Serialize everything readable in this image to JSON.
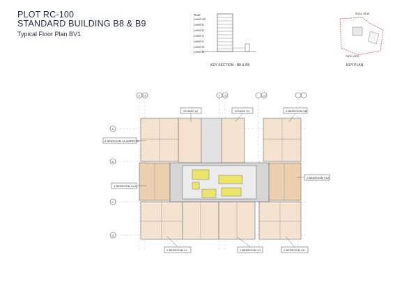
{
  "header": {
    "title_line1": "PLOT RC-100",
    "title_line2": "STANDARD BUILDING B8 & B9",
    "subtitle": "Typical Floor Plan BV1"
  },
  "key_section": {
    "caption": "KEY SECTION - B8 & B9",
    "levels": [
      "Roof",
      "Level 10",
      "Level 8",
      "Level 6",
      "Level 4",
      "Level 2",
      "Level G",
      "Level B"
    ]
  },
  "key_plan": {
    "caption": "KEY PLAN",
    "road_view": "ROAD VIEW",
    "park_view": "PARK VIEW"
  },
  "grid": {
    "columns": [
      "5",
      "14",
      "7",
      "14",
      "14"
    ],
    "rows": [
      "A",
      "B",
      "C",
      "D"
    ]
  },
  "unit_labels": {
    "studio_v2": "STUDIO V2",
    "studio_v3": "STUDIO V3",
    "two_bed_vb": "2 BEDROOM VB",
    "two_bed_v1_mirror": "2 BEDROOM V1 (MIRROR)",
    "one_bed_v1a_left": "1 BEDROOM V1A",
    "one_bed_v1a_right": "1 BEDROOM V1A",
    "two_bed_v1": "2 BEDROOM V1",
    "one_bed_v3": "1 BEDROOM V3",
    "two_bed_va": "2 BEDROOM VA"
  },
  "colors": {
    "title": "#1e2a44",
    "accent_red": "#d9534f",
    "unit_fill": "#f3e3d0",
    "unit_fill_dark": "#ebcfae",
    "core_fill": "#d6d6d6",
    "stair_yellow": "#ece56a",
    "grid_bubble": "#555555"
  }
}
